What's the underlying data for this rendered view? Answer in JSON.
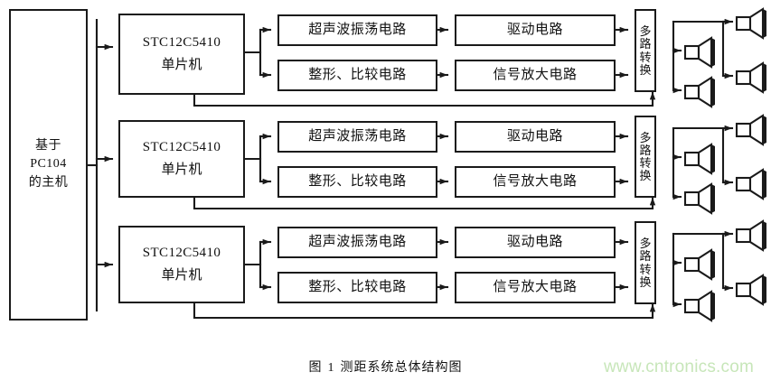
{
  "figure": {
    "caption_prefix": "图",
    "caption_number": "1",
    "caption_text": "测距系统总体结构图",
    "watermark": "www.cntronics.com",
    "line_color": "#1a1a1a",
    "background": "#ffffff",
    "watermark_color": "#c7e6b9"
  },
  "host": {
    "line1": "基于",
    "line2": "PC104",
    "line3": "的主机"
  },
  "channels": [
    {
      "mcu_model": "STC12C5410",
      "mcu_kind": "单片机",
      "tx_circuit": "超声波振荡电路",
      "rx_circuit": "整形、比较电路",
      "driver_circuit": "驱动电路",
      "amp_circuit": "信号放大电路",
      "mux_chars": [
        "多",
        "路",
        "转",
        "换"
      ],
      "transducers": [
        "换能器1",
        "换能器2",
        "换能器3"
      ]
    },
    {
      "mcu_model": "STC12C5410",
      "mcu_kind": "单片机",
      "tx_circuit": "超声波振荡电路",
      "rx_circuit": "整形、比较电路",
      "driver_circuit": "驱动电路",
      "amp_circuit": "信号放大电路",
      "mux_chars": [
        "多",
        "路",
        "转",
        "换"
      ],
      "transducers": [
        "换能器1",
        "换能器2",
        "换能器3"
      ]
    },
    {
      "mcu_model": "STC12C5410",
      "mcu_kind": "单片机",
      "tx_circuit": "超声波振荡电路",
      "rx_circuit": "整形、比较电路",
      "driver_circuit": "驱动电路",
      "amp_circuit": "信号放大电路",
      "mux_chars": [
        "多",
        "路",
        "转",
        "换"
      ],
      "transducers": [
        "换能器1",
        "换能器2",
        "换能器3"
      ]
    }
  ]
}
